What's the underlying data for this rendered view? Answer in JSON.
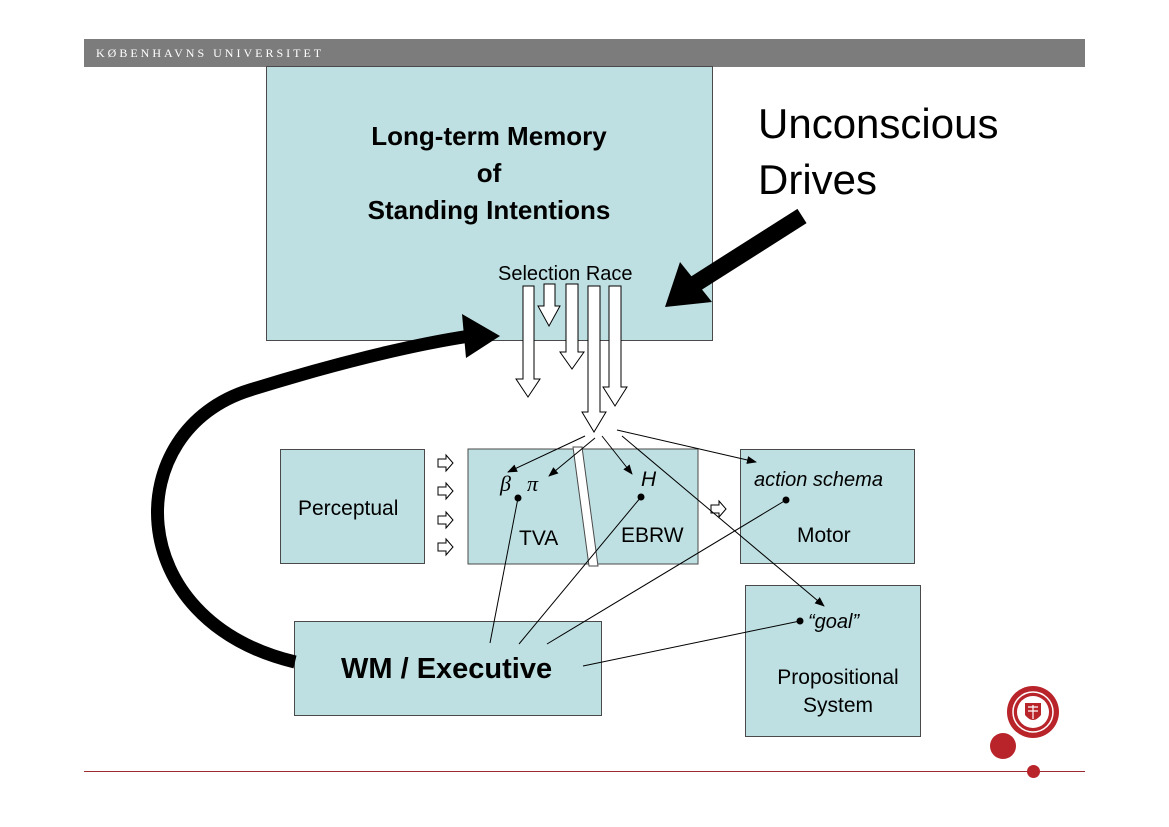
{
  "header": {
    "university": "KØBENHAVNS UNIVERSITET"
  },
  "diagram": {
    "ltm_title": [
      "Long-term Memory",
      "of",
      "Standing Intentions"
    ],
    "selection_race": "Selection Race",
    "unconscious_drives": [
      "Unconscious",
      "Drives"
    ],
    "perceptual": "Perceptual",
    "tva": {
      "label": "TVA",
      "beta": "β",
      "pi": "π"
    },
    "ebrw": {
      "label": "EBRW",
      "h": "H"
    },
    "motor": {
      "schema": "action schema",
      "label": "Motor"
    },
    "propositional": {
      "goal": "“goal”",
      "label": [
        "Propositional",
        "System"
      ]
    },
    "wm_executive": "WM / Executive"
  },
  "colors": {
    "box_fill": "#bfe0e2",
    "header_bar": "#7c7c7c",
    "accent_red": "#b8242a"
  }
}
